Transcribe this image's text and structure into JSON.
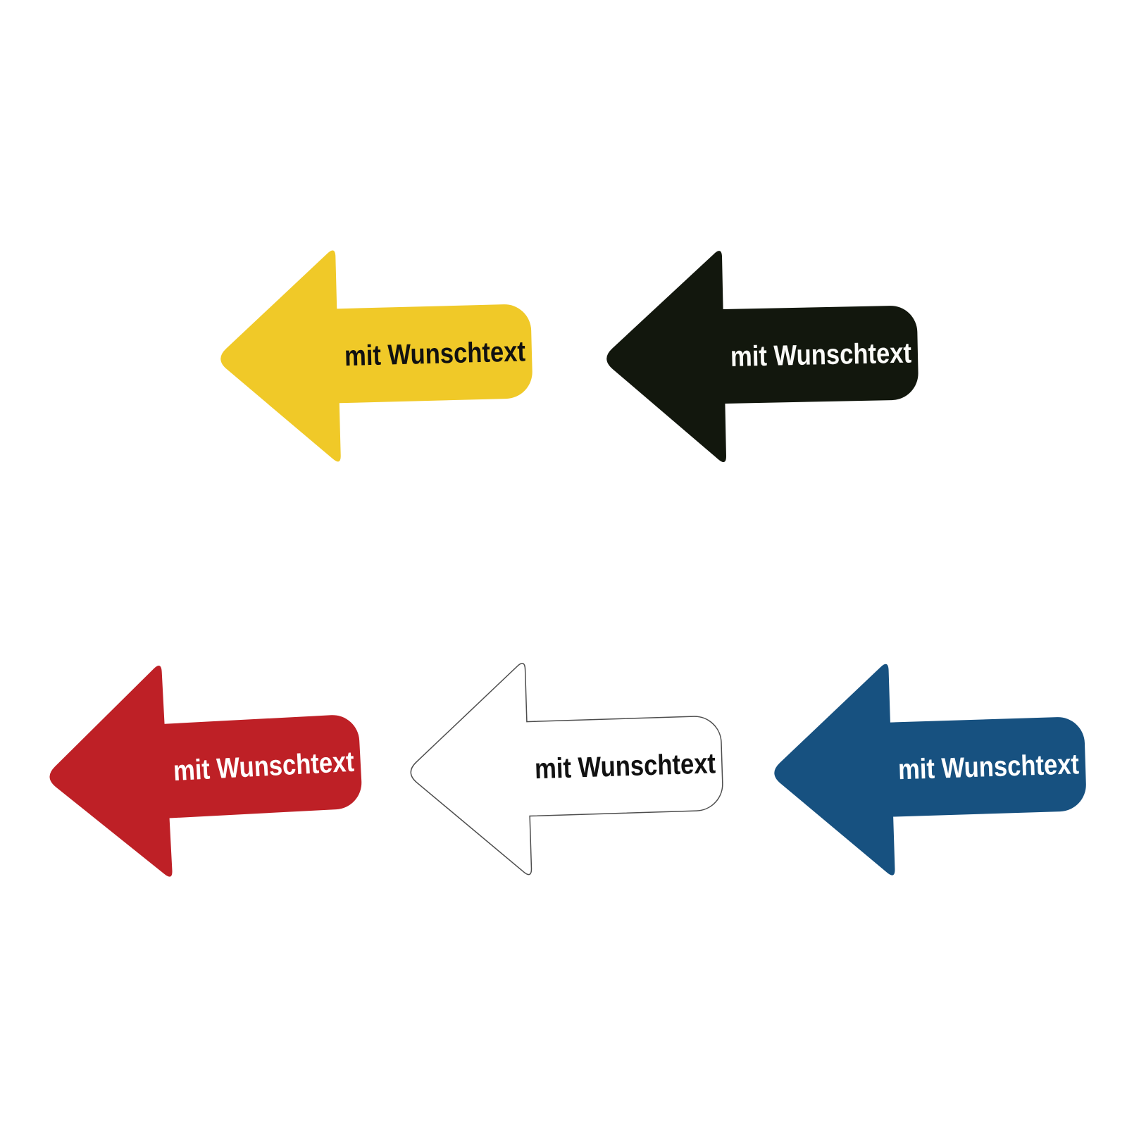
{
  "page": {
    "background_color": "#ffffff",
    "description_label": "mit Wunschtext"
  },
  "arrows": [
    {
      "name": "yellow-arrow-sticker",
      "label": "mit Wunschtext",
      "fill": "#f0c928",
      "text_color": "#111111",
      "stroke": "none",
      "direction": "left"
    },
    {
      "name": "black-arrow-sticker",
      "label": "mit Wunschtext",
      "fill": "#12170d",
      "text_color": "#fbfbf8",
      "stroke": "none",
      "direction": "left"
    },
    {
      "name": "red-arrow-sticker",
      "label": "mit Wunschtext",
      "fill": "#be2026",
      "text_color": "#ffffff",
      "stroke": "none",
      "direction": "left"
    },
    {
      "name": "white-arrow-sticker",
      "label": "mit Wunschtext",
      "fill": "#ffffff",
      "text_color": "#111111",
      "stroke": "#4d4d4d",
      "direction": "left"
    },
    {
      "name": "blue-arrow-sticker",
      "label": "mit Wunschtext",
      "fill": "#175180",
      "text_color": "#ffffff",
      "stroke": "none",
      "direction": "left"
    }
  ]
}
